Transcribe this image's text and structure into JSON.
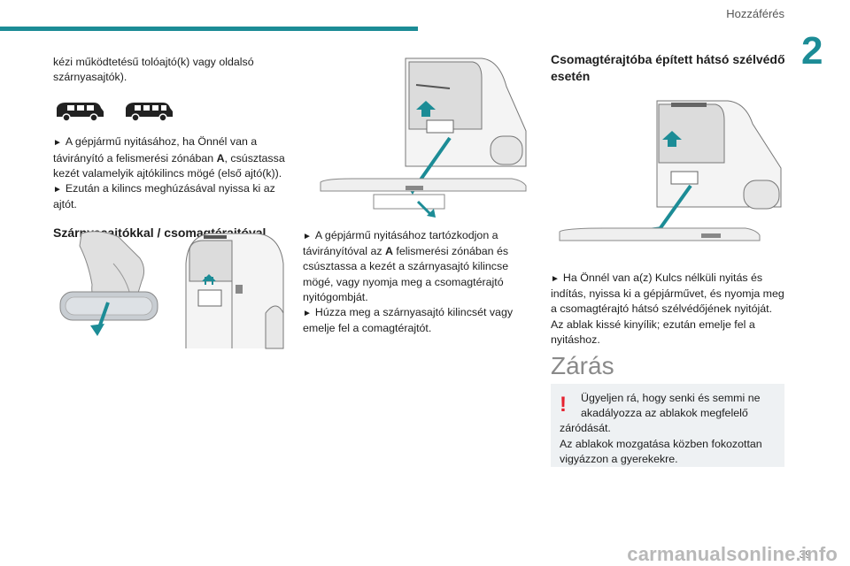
{
  "header": {
    "section_title": "Hozzáférés",
    "chapter_number": "2"
  },
  "footer": {
    "page_number": "39",
    "watermark": "carmanualsonline.info"
  },
  "col1": {
    "intro": "kézi működtetésű tolóajtó(k) vagy oldalsó szárnyasajtók).",
    "bullet1_a": "A gépjármű nyitásához, ha Önnél van a távirányító a felismerési zónában ",
    "bullet1_bold": "A",
    "bullet1_b": ", csúsztassa kezét valamelyik ajtókilincs mögé (első ajtó(k)).",
    "bullet2": "Ezután a kilincs meghúzásával nyissa ki az ajtót.",
    "heading": "Szárnyasajtókkal / csomagtérajtóval",
    "arrow": "►"
  },
  "col2": {
    "bullet1_a": "A gépjármű nyitásához tartózkodjon a távirányítóval az ",
    "bullet1_bold": "A",
    "bullet1_b": " felismerési zónában és csúsztassa a kezét a szárnyasajtó kilincse mögé, vagy nyomja meg a csomagtérajtó nyitógombját.",
    "bullet2": "Húzza meg a szárnyasajtó kilincsét vagy emelje fel a comagtérajtót.",
    "arrow": "►"
  },
  "col3": {
    "heading": "Csomagtérajtóba épített hátsó szélvédő esetén",
    "bullet1": "Ha Önnél van a(z) Kulcs nélküli nyitás és indítás, nyissa ki a gépjárművet, és nyomja meg a csomagtérajtó hátsó szélvédőjének nyitóját.",
    "para2": "Az ablak kissé kinyílik; ezután emelje fel a nyitáshoz.",
    "arrow": "►"
  },
  "locking": {
    "heading": "Zárás",
    "warn_icon": "!",
    "warn_line1": "Ügyeljen rá, hogy senki és semmi ne",
    "warn_line2": "akadályozza az ablakok megfelelő",
    "warn_line3": "záródását.",
    "warn_line4": "Az ablakok mozgatása közben fokozottan",
    "warn_line5": "vigyázzon a gyerekekre."
  },
  "colors": {
    "accent": "#1c8c96",
    "warning": "#e5212f",
    "box_bg": "#eef1f3"
  }
}
